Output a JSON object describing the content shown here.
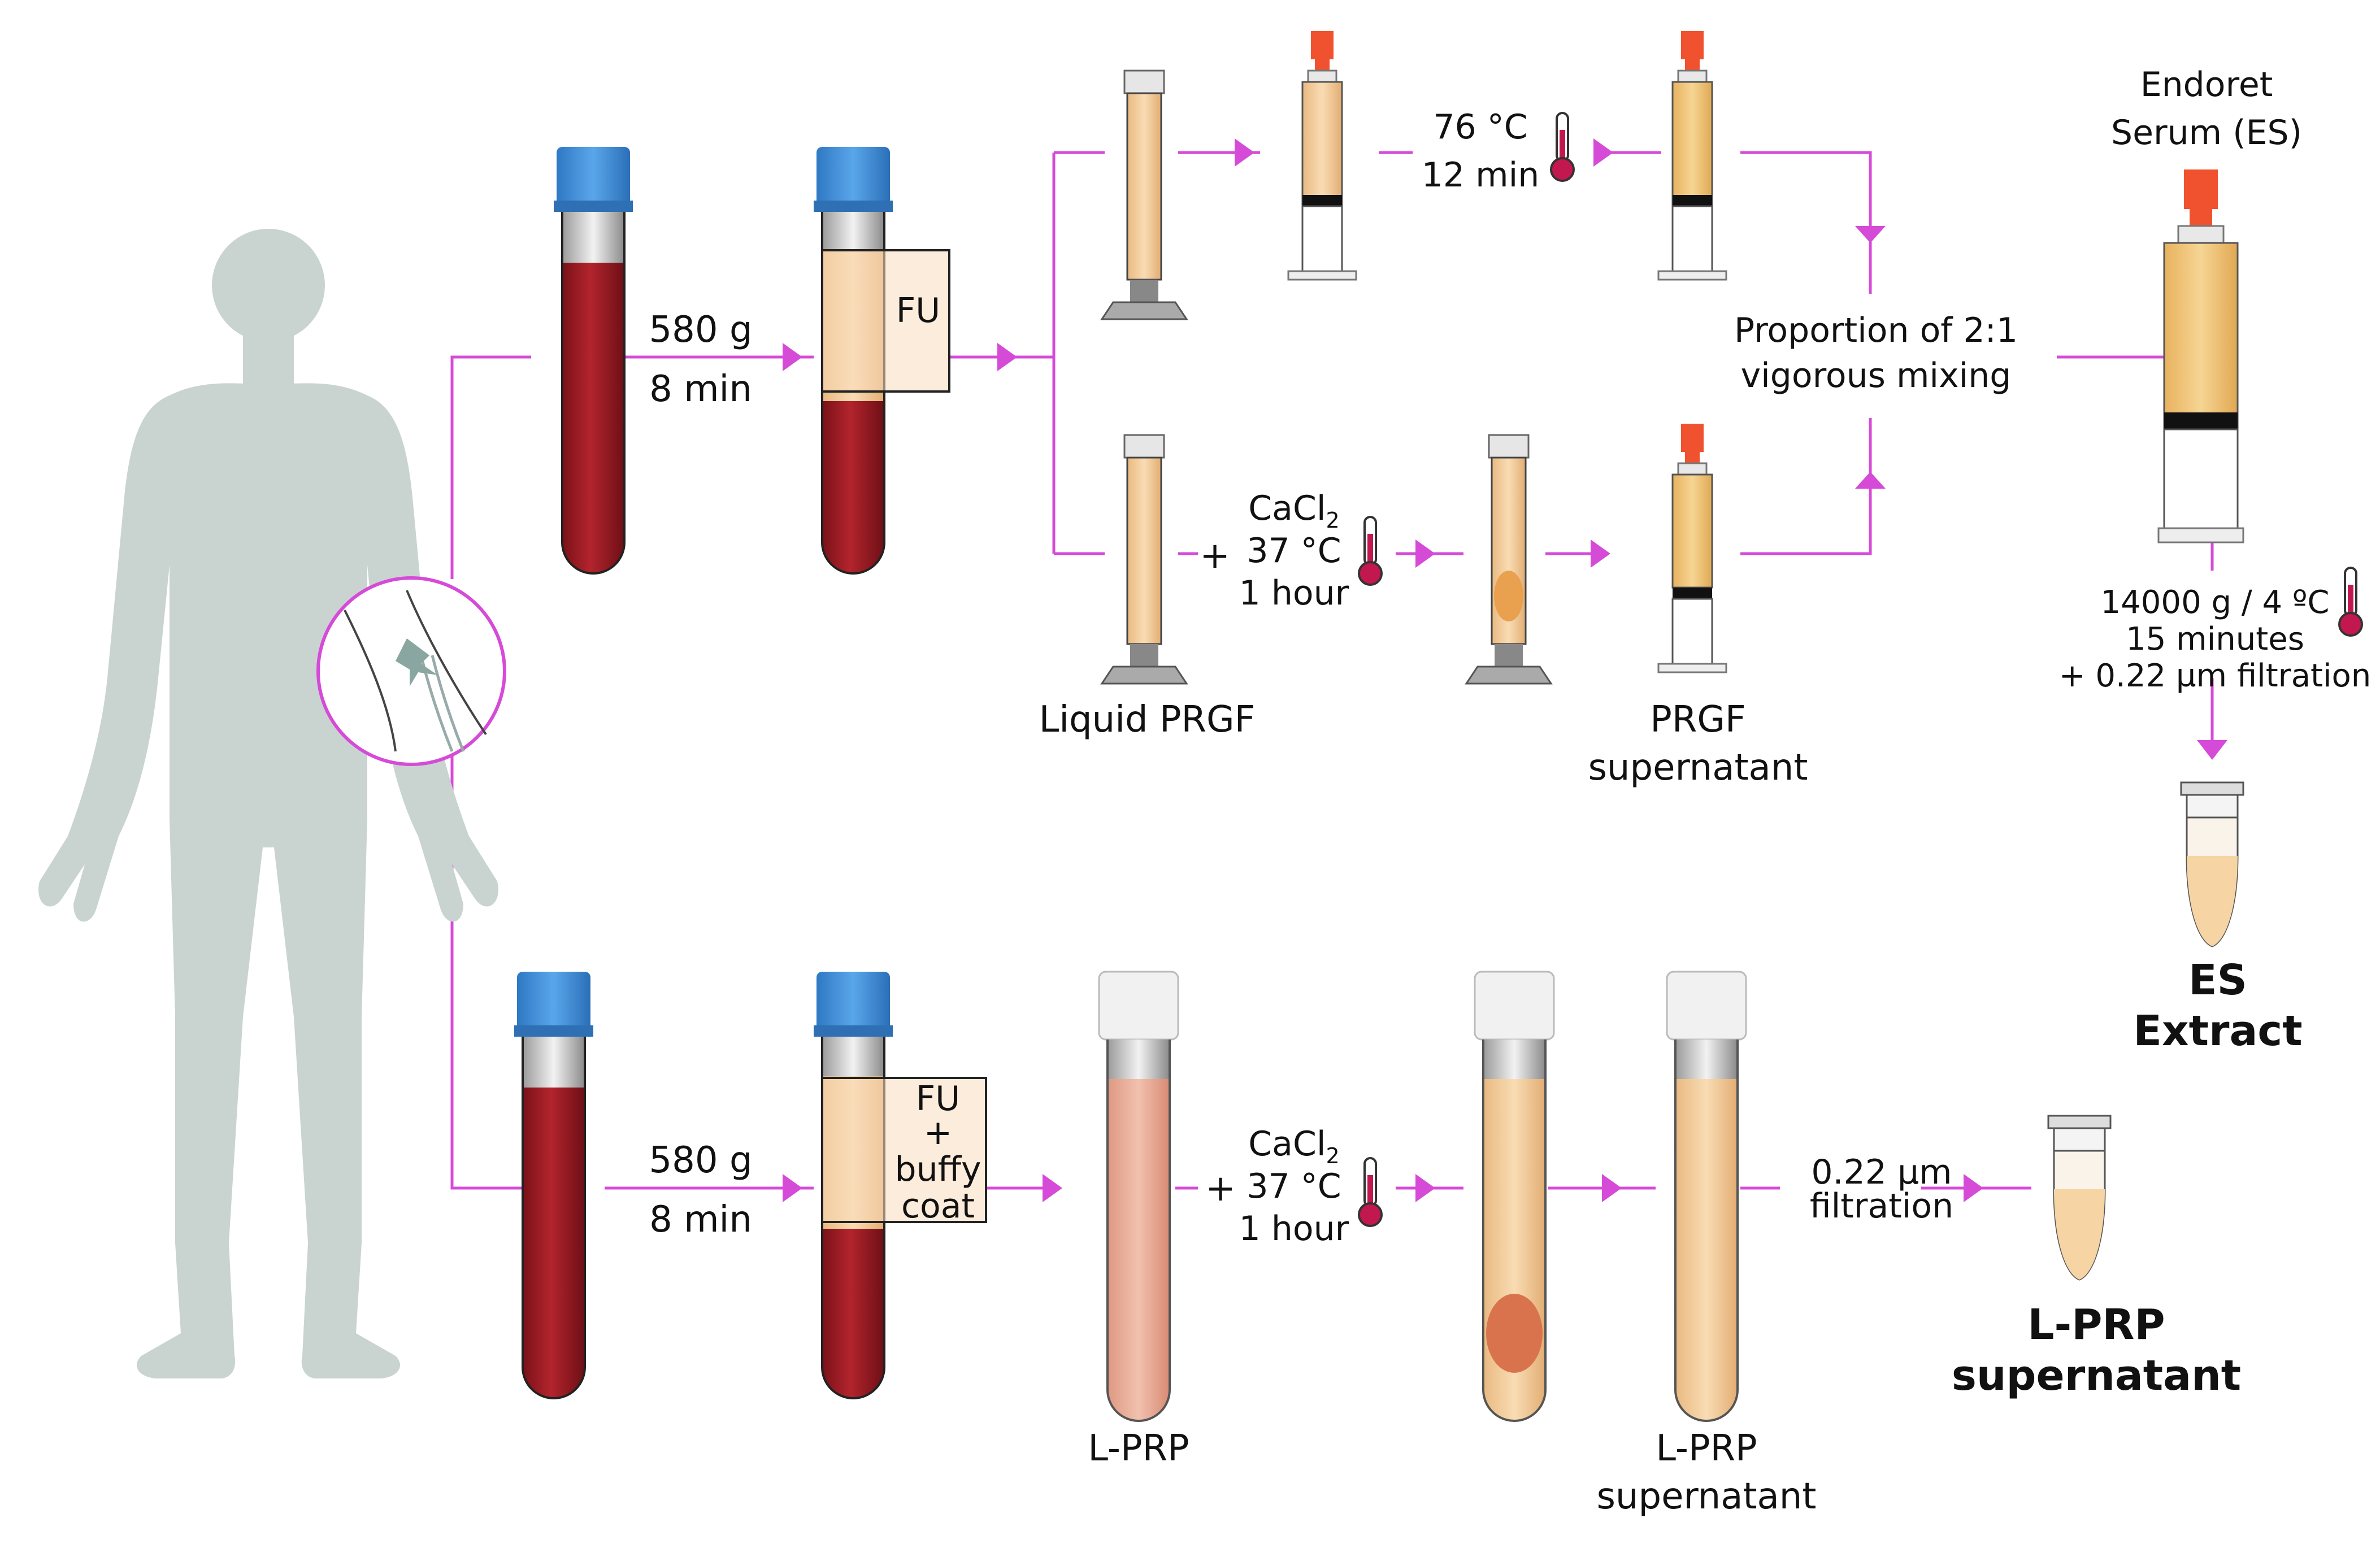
{
  "colors": {
    "arrow": "#d64ad8",
    "blood": "#9e1c24",
    "cap_blue": "#3f8fd8",
    "plasma": "#f2c98f",
    "serum": "#f1c67a",
    "human": "#c9d4d1",
    "syringe_cap": "#f0522f"
  },
  "icons": [
    "human-figure-icon",
    "vein-puncture-icon",
    "blood-tube-icon",
    "syringe-icon",
    "thermometer-icon",
    "eppendorf-tube-icon"
  ],
  "top_row": {
    "centrifuge_g": "580 g",
    "centrifuge_time": "8 min",
    "fraction_label": "FU",
    "heat_temp": "76 °C",
    "heat_time": "12 min",
    "cacl_plus": "+",
    "cacl_base": "CaCl",
    "cacl_sub": "2",
    "cacl_temp": "37 °C",
    "cacl_time": "1 hour",
    "liquid_prgf_label": "Liquid PRGF",
    "prgf_super_line1": "PRGF",
    "prgf_super_line2": "supernatant",
    "mixing_line1": "Proportion of 2:1",
    "mixing_line2": "vigorous mixing",
    "es_line1": "Endoret",
    "es_line2": "Serum (ES)",
    "spin_line1": "14000 g / 4 ºC",
    "spin_line2": "15 minutes",
    "spin_line3": "+ 0.22 µm filtration",
    "es_extract_line1": "ES",
    "es_extract_line2": "Extract"
  },
  "bottom_row": {
    "centrifuge_g": "580 g",
    "centrifuge_time": "8 min",
    "fraction_line1": "FU",
    "fraction_line2": "+",
    "fraction_line3": "buffy",
    "fraction_line4": "coat",
    "lprp_label": "L-PRP",
    "cacl_plus": "+",
    "cacl_base": "CaCl",
    "cacl_sub": "2",
    "cacl_temp": "37 °C",
    "cacl_time": "1 hour",
    "lprp_super_line1": "L-PRP",
    "lprp_super_line2": "supernatant",
    "filter_line1": "0.22 µm",
    "filter_line2": "filtration",
    "final_line1": "L-PRP",
    "final_line2": "supernatant"
  }
}
